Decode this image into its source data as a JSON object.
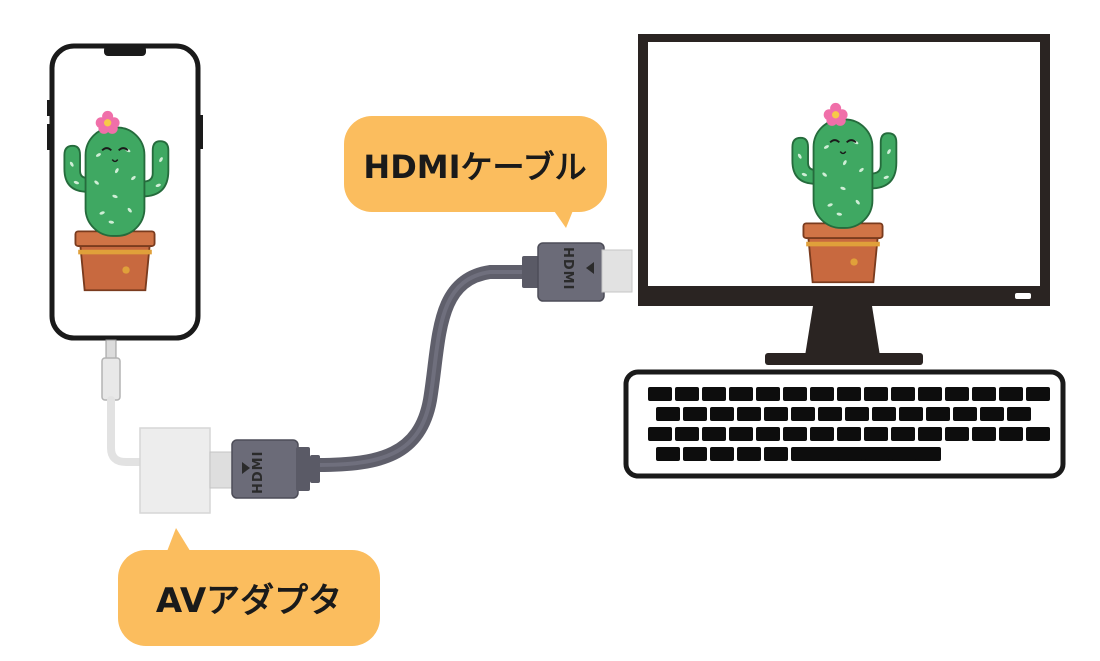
{
  "labels": {
    "hdmi_cable": "HDMIケーブル",
    "av_adapter": "AVアダプタ",
    "plug_text": "HDMI"
  },
  "colors": {
    "bubble": "#fbbd5e",
    "cable": "#5f5f6b",
    "plug": "#6b6b78",
    "outline": "#1a1a1a",
    "cactus": "#3fa862",
    "pot": "#c8693f",
    "flower": "#f06fa9"
  },
  "icons": [
    "smartphone-icon",
    "monitor-icon",
    "keyboard-icon",
    "cactus-icon",
    "av-adapter-icon",
    "hdmi-plug-icon"
  ]
}
